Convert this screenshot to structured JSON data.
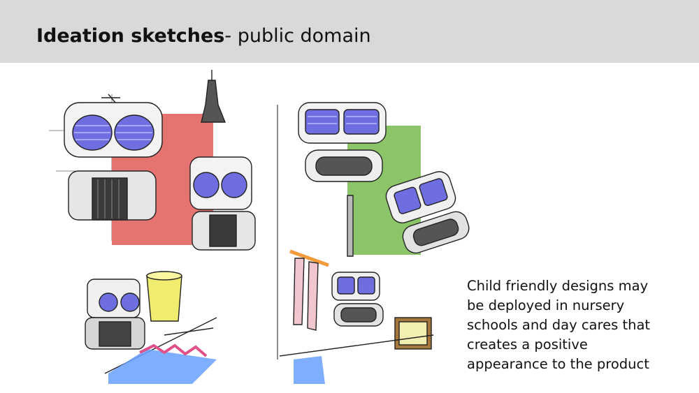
{
  "slide": {
    "title_bold": "Ideation sketches",
    "title_rest": "- public domain"
  },
  "caption": {
    "lines": [
      "Child friendly designs may",
      "be deployed in nursery",
      "schools and day cares that",
      "creates a positive",
      "appearance to the product"
    ]
  },
  "colors": {
    "title_bar": "#d9d9d9",
    "red_panel": "#e5736f",
    "green_panel": "#8cc46a",
    "visor_blue": "#6e6ee0",
    "yellow_bucket": "#f0ec70"
  }
}
